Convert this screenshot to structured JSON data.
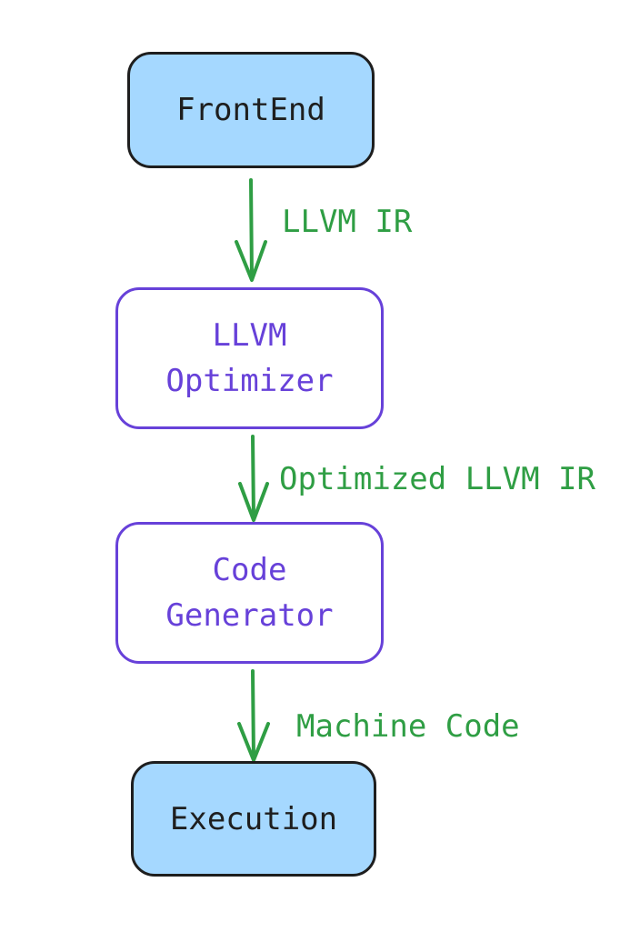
{
  "colors": {
    "io_fill": "#a5d8ff",
    "io_stroke": "#1e1e1e",
    "process_stroke": "#6741d9",
    "arrow": "#2f9e44"
  },
  "nodes": [
    {
      "id": "frontend",
      "label": "FrontEnd",
      "style": "io"
    },
    {
      "id": "optimizer",
      "label": "LLVM\nOptimizer",
      "style": "process"
    },
    {
      "id": "codegen",
      "label": "Code\nGenerator",
      "style": "process"
    },
    {
      "id": "execution",
      "label": "Execution",
      "style": "io"
    }
  ],
  "edges": [
    {
      "from": "frontend",
      "to": "optimizer",
      "label": "LLVM IR"
    },
    {
      "from": "optimizer",
      "to": "codegen",
      "label": "Optimized LLVM IR"
    },
    {
      "from": "codegen",
      "to": "execution",
      "label": "Machine Code"
    }
  ]
}
